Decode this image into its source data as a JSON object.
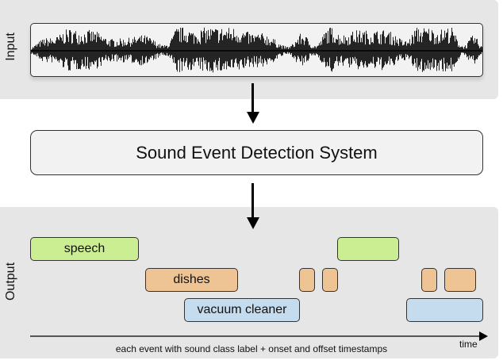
{
  "input": {
    "label": "Input",
    "waveform_icon": "audio-waveform"
  },
  "system": {
    "title": "Sound Event Detection System"
  },
  "output": {
    "label": "Output",
    "time_axis_label": "time",
    "caption": "each event with sound class label + onset and offset timestamps",
    "events": [
      {
        "class": "speech",
        "label": "speech",
        "row": 0,
        "color": "#ccee93"
      },
      {
        "class": "speech",
        "label": "",
        "row": 0,
        "color": "#ccee93"
      },
      {
        "class": "dishes",
        "label": "dishes",
        "row": 1,
        "color": "#eec494"
      },
      {
        "class": "dishes",
        "label": "",
        "row": 1,
        "color": "#eec494"
      },
      {
        "class": "dishes",
        "label": "",
        "row": 1,
        "color": "#eec494"
      },
      {
        "class": "dishes",
        "label": "",
        "row": 1,
        "color": "#eec494"
      },
      {
        "class": "dishes",
        "label": "",
        "row": 1,
        "color": "#eec494"
      },
      {
        "class": "vacuum",
        "label": "vacuum cleaner",
        "row": 2,
        "color": "#c5dcef"
      },
      {
        "class": "vacuum",
        "label": "",
        "row": 2,
        "color": "#c5dcef"
      }
    ]
  },
  "colors": {
    "panel_bg": "#e6e6e6",
    "box_bg": "#f2f2f2",
    "speech": "#ccee93",
    "dishes": "#eec494",
    "vacuum": "#c5dcef"
  }
}
